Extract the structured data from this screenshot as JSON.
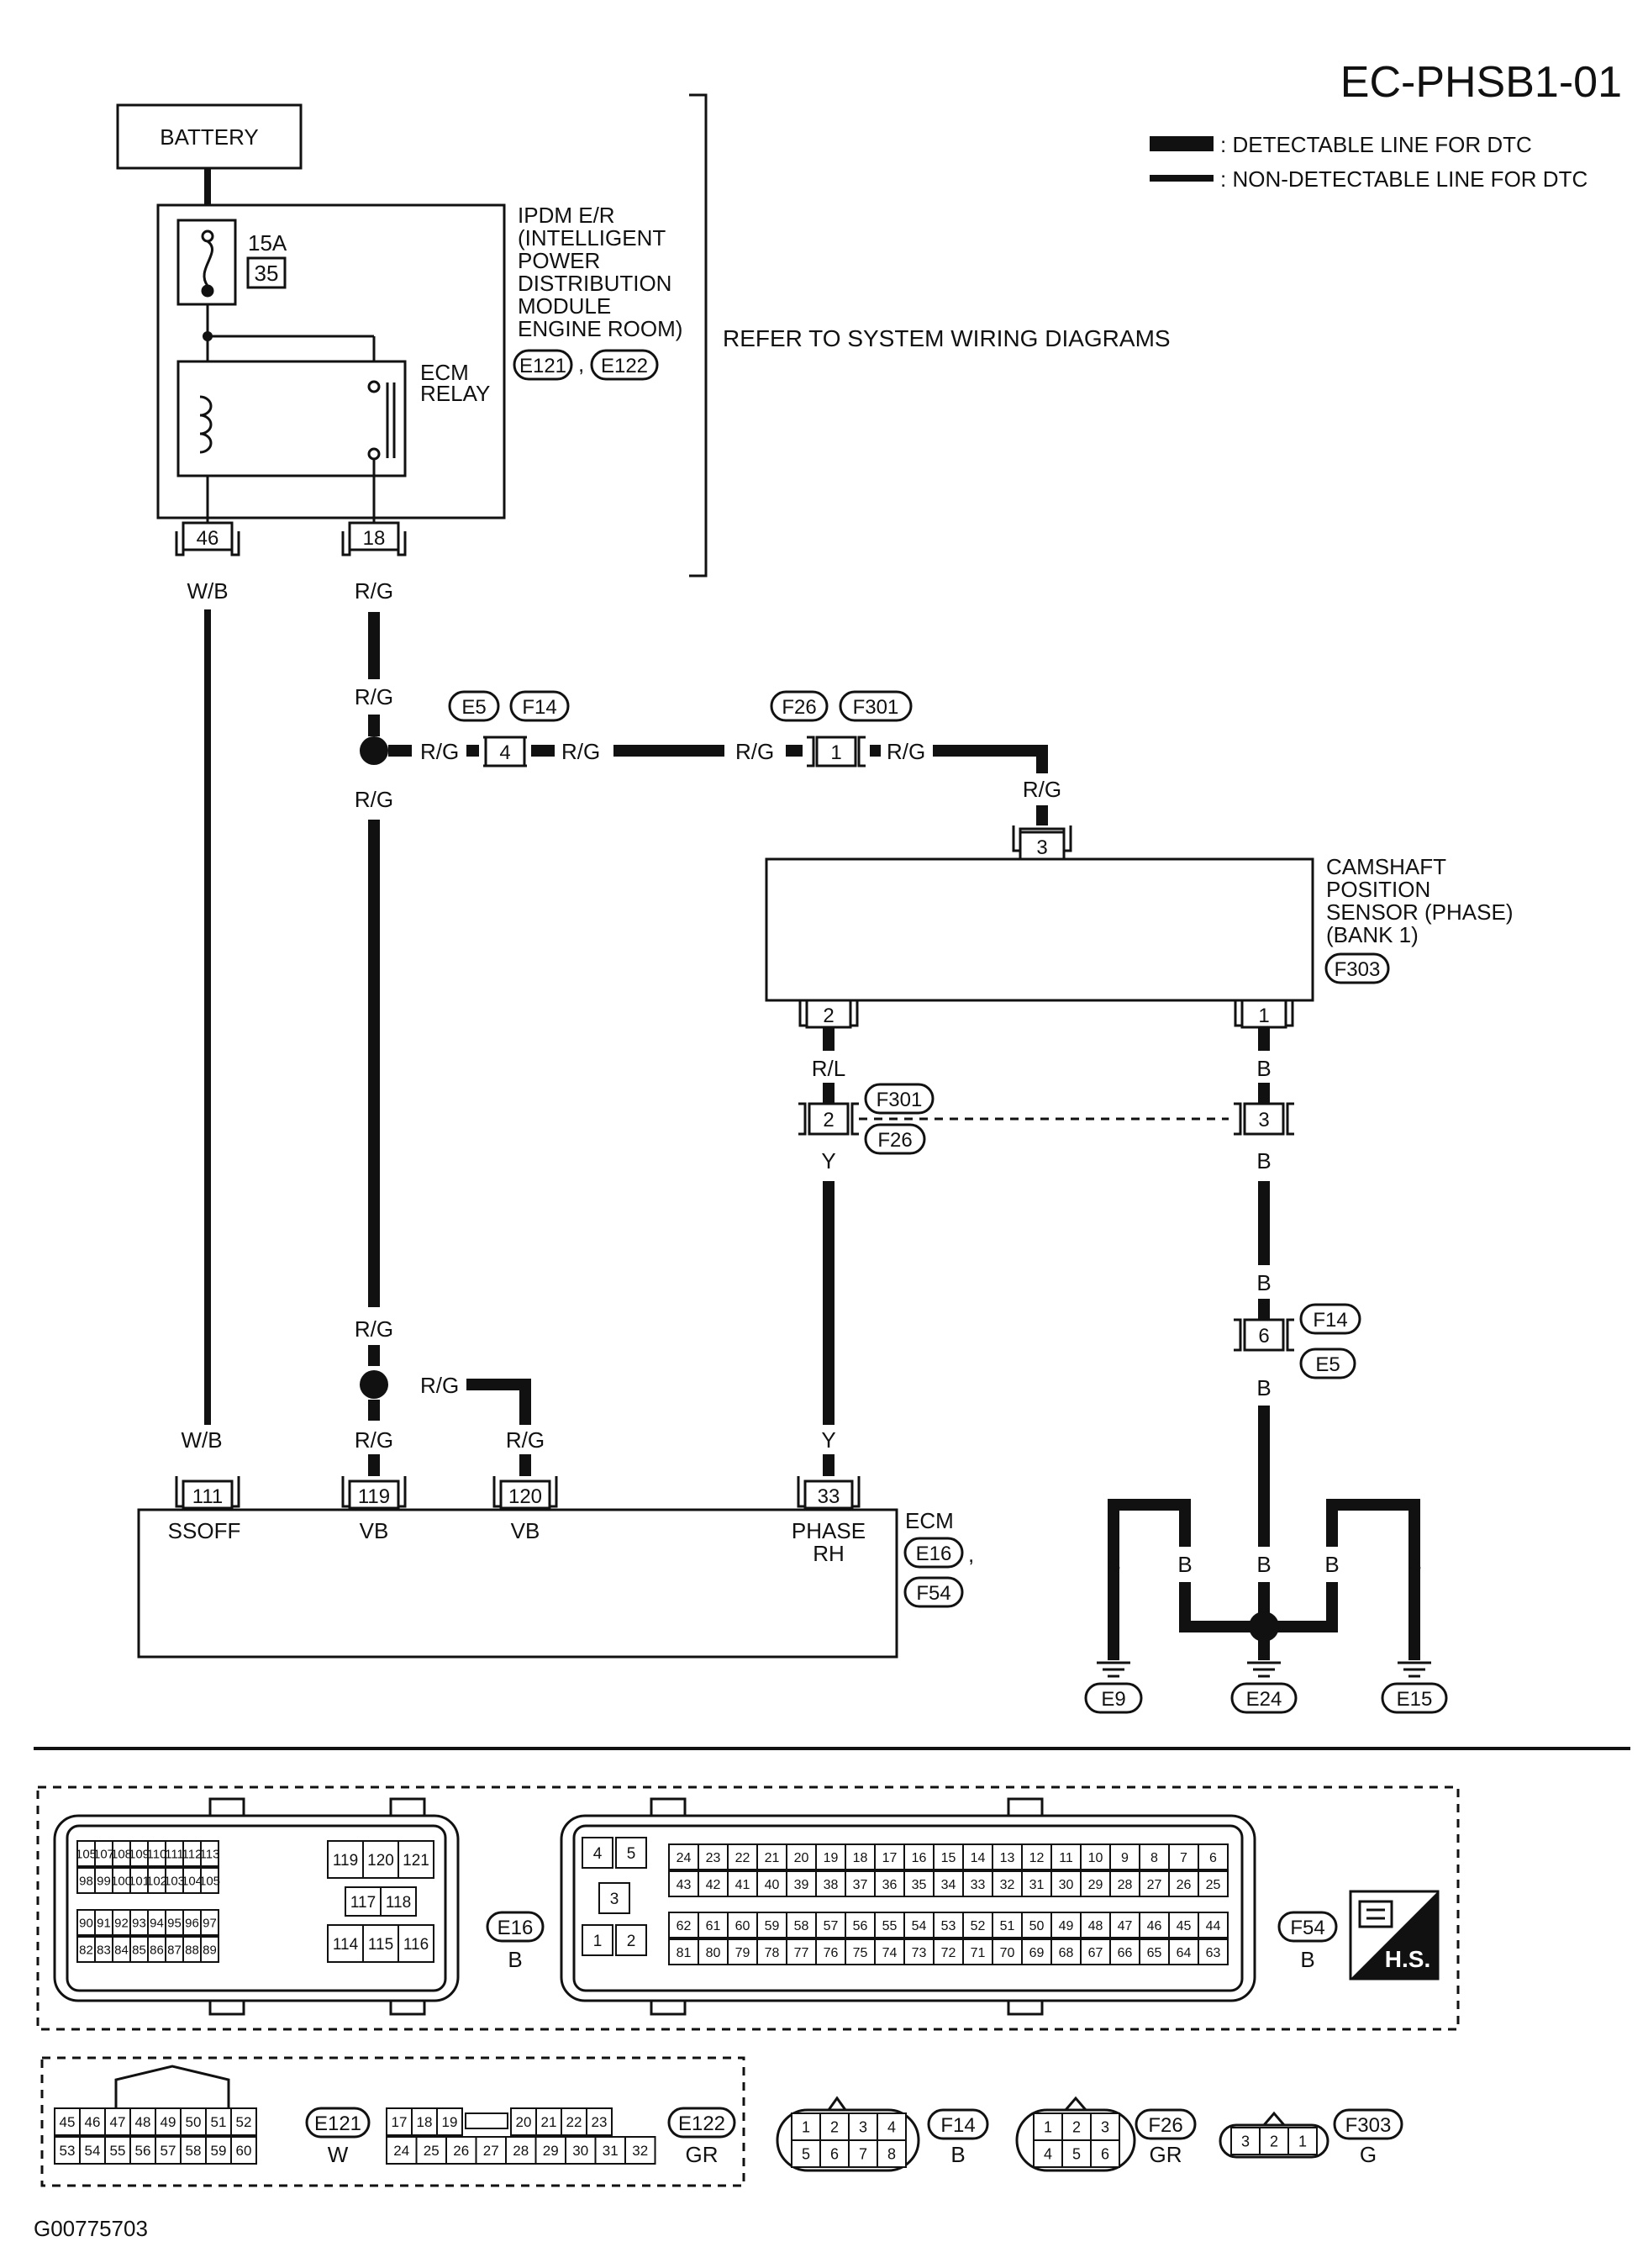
{
  "page": {
    "code": "EC-PHSB1-01",
    "footer_code": "G00775703"
  },
  "legend": {
    "detectable": ": DETECTABLE LINE FOR DTC",
    "non_detectable": ": NON-DETECTABLE LINE FOR DTC"
  },
  "battery": {
    "label": "BATTERY"
  },
  "ipdm": {
    "lines": [
      "IPDM E/R",
      "(INTELLIGENT",
      "POWER",
      "DISTRIBUTION",
      "MODULE",
      "ENGINE ROOM)"
    ],
    "connectors": [
      "E121",
      "E122"
    ],
    "connector_sep": ",",
    "fuse_amp": "15A",
    "fuse_no": "35",
    "relay_lines": [
      "ECM",
      "RELAY"
    ],
    "pin_46": "46",
    "pin_18": "18"
  },
  "refer_text": "REFER TO SYSTEM WIRING DIAGRAMS",
  "wire_colors": {
    "wb": "W/B",
    "rg": "R/G",
    "rl": "R/L",
    "y": "Y",
    "b": "B"
  },
  "joints": {
    "e5": "E5",
    "f14": "F14",
    "e5_pin": "4",
    "f26": "F26",
    "f301": "F301",
    "f26_pin1": "1",
    "f26_pin2": "2",
    "f26_pin3": "3",
    "f14_pin": "6"
  },
  "camshaft": {
    "lines": [
      "CAMSHAFT",
      "POSITION",
      "SENSOR (PHASE)",
      "(BANK 1)"
    ],
    "connector": "F303",
    "pin_3": "3",
    "pin_2": "2",
    "pin_1": "1"
  },
  "ecm": {
    "label": "ECM",
    "connectors": [
      "E16",
      "F54"
    ],
    "connector_sep": ",",
    "pins": [
      "111",
      "119",
      "120",
      "33"
    ],
    "pin_labels": [
      "SSOFF",
      "VB",
      "VB",
      "PHASE",
      "RH"
    ]
  },
  "grounds": [
    "E9",
    "E24",
    "E15"
  ],
  "connector_views": {
    "e16": {
      "name": "E16",
      "color": "B",
      "rows_left": [
        [
          "105",
          "107",
          "108",
          "109",
          "110",
          "111",
          "112",
          "113"
        ],
        [
          "98",
          "99",
          "100",
          "101",
          "102",
          "103",
          "104",
          "105"
        ],
        [
          "90",
          "91",
          "92",
          "93",
          "94",
          "95",
          "96",
          "97"
        ],
        [
          "82",
          "83",
          "84",
          "85",
          "86",
          "87",
          "88",
          "89"
        ]
      ],
      "mid": [
        "119",
        "120",
        "121",
        "117",
        "118",
        "114",
        "115",
        "116"
      ]
    },
    "f54": {
      "name": "F54",
      "color": "B",
      "small": [
        "4",
        "5",
        "3",
        "1",
        "2"
      ],
      "rows": [
        [
          "24",
          "23",
          "22",
          "21",
          "20",
          "19",
          "18",
          "17",
          "16",
          "15",
          "14",
          "13",
          "12",
          "11",
          "10",
          "9",
          "8",
          "7",
          "6"
        ],
        [
          "43",
          "42",
          "41",
          "40",
          "39",
          "38",
          "37",
          "36",
          "35",
          "34",
          "33",
          "32",
          "31",
          "30",
          "29",
          "28",
          "27",
          "26",
          "25"
        ],
        [
          "62",
          "61",
          "60",
          "59",
          "58",
          "57",
          "56",
          "55",
          "54",
          "53",
          "52",
          "51",
          "50",
          "49",
          "48",
          "47",
          "46",
          "45",
          "44"
        ],
        [
          "81",
          "80",
          "79",
          "78",
          "77",
          "76",
          "75",
          "74",
          "73",
          "72",
          "71",
          "70",
          "69",
          "68",
          "67",
          "66",
          "65",
          "64",
          "63"
        ]
      ]
    },
    "hs": "H.S.",
    "e121": {
      "name": "E121",
      "color": "W",
      "rows": [
        [
          "45",
          "46",
          "47",
          "48",
          "49",
          "50",
          "51",
          "52"
        ],
        [
          "53",
          "54",
          "55",
          "56",
          "57",
          "58",
          "59",
          "60"
        ]
      ]
    },
    "e122": {
      "name": "E122",
      "color": "GR",
      "rows": [
        [
          "17",
          "18",
          "19",
          "",
          "20",
          "21",
          "22",
          "23"
        ],
        [
          "24",
          "25",
          "26",
          "27",
          "28",
          "29",
          "30",
          "31",
          "32"
        ]
      ]
    },
    "f14v": {
      "name": "F14",
      "color": "B",
      "rows": [
        [
          "1",
          "2",
          "3",
          "4"
        ],
        [
          "5",
          "6",
          "7",
          "8"
        ]
      ]
    },
    "f26v": {
      "name": "F26",
      "color": "GR",
      "rows": [
        [
          "1",
          "2",
          "3"
        ],
        [
          "4",
          "5",
          "6"
        ]
      ]
    },
    "f303v": {
      "name": "F303",
      "color": "G",
      "rows": [
        [
          "3",
          "2",
          "1"
        ]
      ]
    }
  }
}
